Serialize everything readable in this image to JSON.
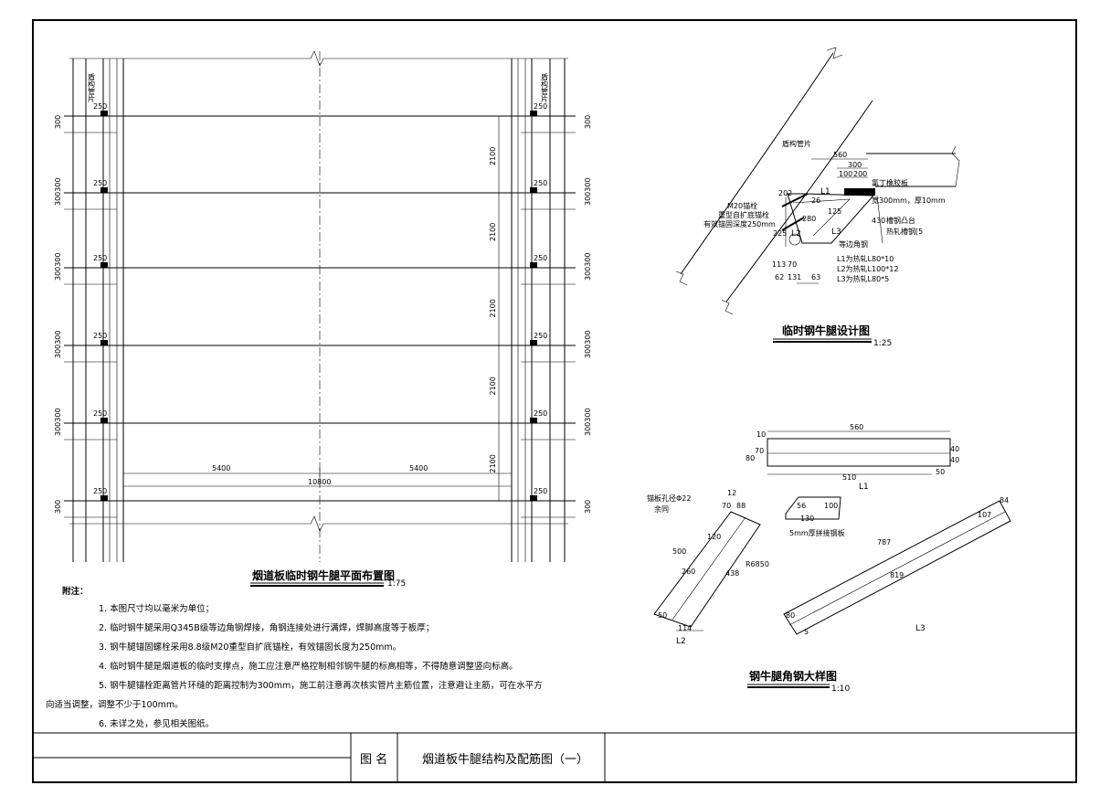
{
  "plan": {
    "title": "烟道板临时钢牛腿平面布置图",
    "scale": "1:75",
    "left_label": "盾构管片",
    "right_label": "盾构管片",
    "dim_250": "250",
    "dim_300": "300",
    "dim_300300": "300300",
    "dim_2100": "2100",
    "dim_5400_left": "5400",
    "dim_5400_right": "5400",
    "dim_10800": "10800"
  },
  "notes": {
    "heading": "附注：",
    "items": [
      "1. 本图尺寸均以毫米为单位；",
      "2. 临时钢牛腿采用Q345B级等边角钢焊接，角钢连接处进行满焊，焊脚高度等于板厚；",
      "3. 钢牛腿锚固螺栓采用8.8级M20重型自扩底锚栓，有效锚固长度为250mm。",
      "4. 临时钢牛腿是烟道板的临时支撑点，施工应注意严格控制相邻钢牛腿的标高相等，不得随意调整竖向标高。",
      "5. 钢牛腿锚栓距离管片环缝的距离控制为300mm，施工前注意再次核实管片主筋位置，注意避让主筋，可在水平方",
      "向适当调整，调整不少于100mm。",
      "6. 未详之处，参见相关图纸。"
    ]
  },
  "design": {
    "title": "临时钢牛腿设计图",
    "scale": "1:25",
    "segment_label": "盾构管片",
    "rubber_label": "氯丁橡胶板",
    "rubber_spec": "宽300mm，厚10mm",
    "channel_label": "槽钢凸台",
    "channel_spec": "热轧槽钢[5",
    "anchor_label_1": "M20锚栓",
    "anchor_label_2": "重型自扩底锚栓",
    "anchor_label_3": "有效锚固深度250mm",
    "angle_label": "等边角钢",
    "l1_spec": "L1为热轧L80*10",
    "l2_spec": "L2为热轧L100*12",
    "l3_spec": "L3为热轧L80*5",
    "tag_l1": "L1",
    "tag_l2": "L2",
    "tag_l3": "L3",
    "d560": "560",
    "d300": "300",
    "d100": "100",
    "d200": "200",
    "d202": "202",
    "d26": "26",
    "d125": "125",
    "d280": "280",
    "d225": "225",
    "d430": "430",
    "d113": "113",
    "d70": "70",
    "d62": "62",
    "d131": "131",
    "d63": "63"
  },
  "detail": {
    "title": "钢牛腿角钢大样图",
    "scale": "1:10",
    "l1": {
      "d560": "560",
      "d510": "510",
      "d10": "10",
      "d70": "70",
      "d80": "80",
      "d40a": "40",
      "d40b": "40",
      "d50": "50",
      "tag": "L1"
    },
    "l2": {
      "hole_label": "锚板孔径Φ22",
      "hole_note": "余同",
      "d12": "12",
      "d70": "70",
      "d88": "88",
      "d120": "120",
      "d500": "500",
      "d260": "260",
      "d438": "438",
      "r6850": "R6850",
      "d50": "50",
      "d114": "114",
      "tag": "L2"
    },
    "plate": {
      "d56": "56",
      "d100": "100",
      "d130": "130",
      "label": "5mm厚拼接钢板"
    },
    "l3": {
      "d787": "787",
      "d819": "819",
      "d84": "84",
      "d107": "107",
      "d80": "80",
      "d5": "5",
      "tag": "L3"
    }
  },
  "titleblock": {
    "name_label": "图 名",
    "drawing_name": "烟道板牛腿结构及配筋图（一）"
  }
}
